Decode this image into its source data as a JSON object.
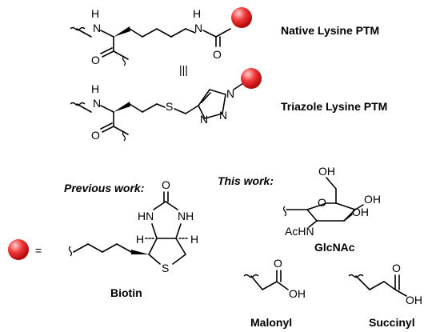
{
  "structures": {
    "native": {
      "name": "Native Lysine PTM",
      "atoms": {
        "NH": "H",
        "NH_N": "N",
        "amide_N": "N",
        "amide_H": "H",
        "O_amide": "O",
        "O_carbonyl": "O"
      }
    },
    "equiv_symbol": "|||",
    "triazole": {
      "name": "Triazole Lysine PTM",
      "atoms": {
        "NH": "H",
        "NH_N": "N",
        "S": "S",
        "N1": "N",
        "N2": "N",
        "N3": "N",
        "O_carbonyl": "O"
      }
    },
    "previous": {
      "heading": "Previous work:",
      "name": "Biotin",
      "atoms": {
        "O": "O",
        "HN_left": "HN",
        "NH_right": "NH",
        "H_left": "H",
        "H_right": "H",
        "S": "S"
      }
    },
    "this_work": {
      "heading": "This work:",
      "name": "GlcNAc",
      "atoms": {
        "OH_top": "OH",
        "OH_right1": "OH",
        "OH_right2": "OH",
        "O_ring": "O",
        "AcHN": "AcHN"
      }
    },
    "malonyl": {
      "name": "Malonyl",
      "atoms": {
        "O": "O",
        "OH": "OH"
      }
    },
    "succinyl": {
      "name": "Succinyl",
      "atoms": {
        "O": "O",
        "OH": "OH"
      }
    }
  },
  "legend": {
    "equals": "="
  },
  "colors": {
    "sphere_light": "#ffd0d0",
    "sphere_mid": "#f03838",
    "sphere_dark": "#a80000"
  }
}
